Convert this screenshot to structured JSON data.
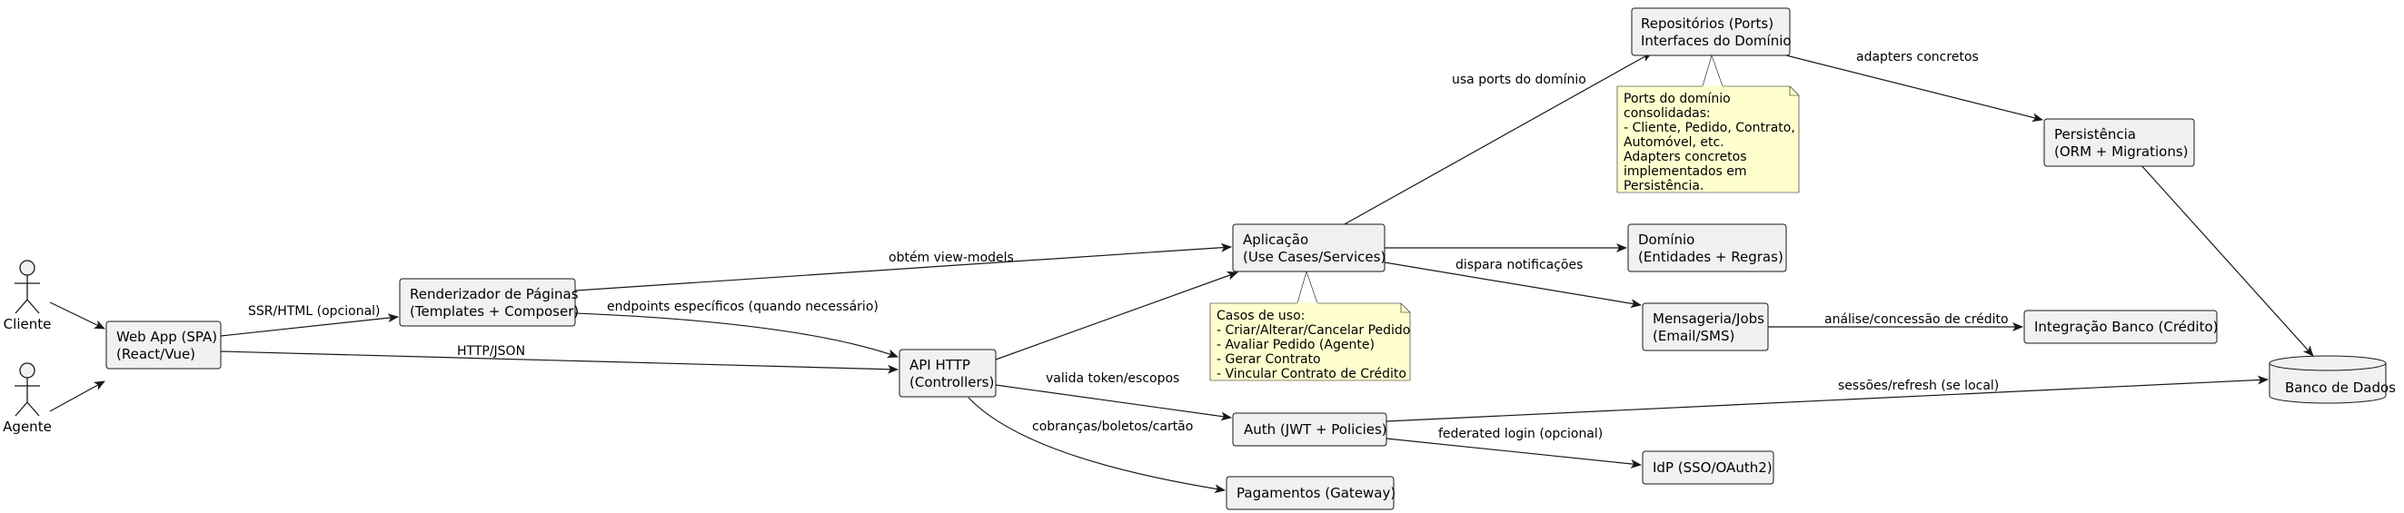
{
  "actors": {
    "cliente": "Cliente",
    "agente": "Agente"
  },
  "nodes": {
    "webapp": [
      "Web App (SPA)",
      "(React/Vue)"
    ],
    "renderer": [
      "Renderizador de Páginas",
      "(Templates + Composer)"
    ],
    "api": [
      "API HTTP",
      "(Controllers)"
    ],
    "app": [
      "Aplicação",
      "(Use Cases/Services)"
    ],
    "repos": [
      "Repositórios (Ports)",
      "Interfaces do Domínio"
    ],
    "persist": [
      "Persistência",
      "(ORM + Migrations)"
    ],
    "domain": [
      "Domínio",
      "(Entidades + Regras)"
    ],
    "msg": [
      "Mensageria/Jobs",
      "(Email/SMS)"
    ],
    "bank": [
      "Integração Banco (Crédito)"
    ],
    "auth": [
      "Auth (JWT + Policies)"
    ],
    "idp": [
      "IdP (SSO/OAuth2)"
    ],
    "pay": [
      "Pagamentos (Gateway)"
    ],
    "db": [
      "Banco de Dados"
    ]
  },
  "edges": {
    "ssr": "SSR/HTML (opcional)",
    "httpjson": "HTTP/JSON",
    "viewmodels": "obtém view-models",
    "endpoints": "endpoints específicos (quando necessário)",
    "ports": "usa ports do domínio",
    "adapters": "adapters concretos",
    "notify": "dispara notificações",
    "credit": "análise/concessão de crédito",
    "token": "valida token/escopos",
    "billing": "cobranças/boletos/cartão",
    "sessions": "sessões/refresh (se local)",
    "federated": "federated login (opcional)"
  },
  "notes": {
    "ports_note": [
      "Ports do domínio",
      "consolidadas:",
      "- Cliente, Pedido, Contrato,",
      "Automóvel, etc.",
      "Adapters concretos",
      "implementados em",
      "Persistência."
    ],
    "usecases_note": [
      "Casos de uso:",
      "- Criar/Alterar/Cancelar Pedido",
      "- Avaliar Pedido (Agente)",
      "- Gerar Contrato",
      "- Vincular Contrato de Crédito"
    ]
  }
}
